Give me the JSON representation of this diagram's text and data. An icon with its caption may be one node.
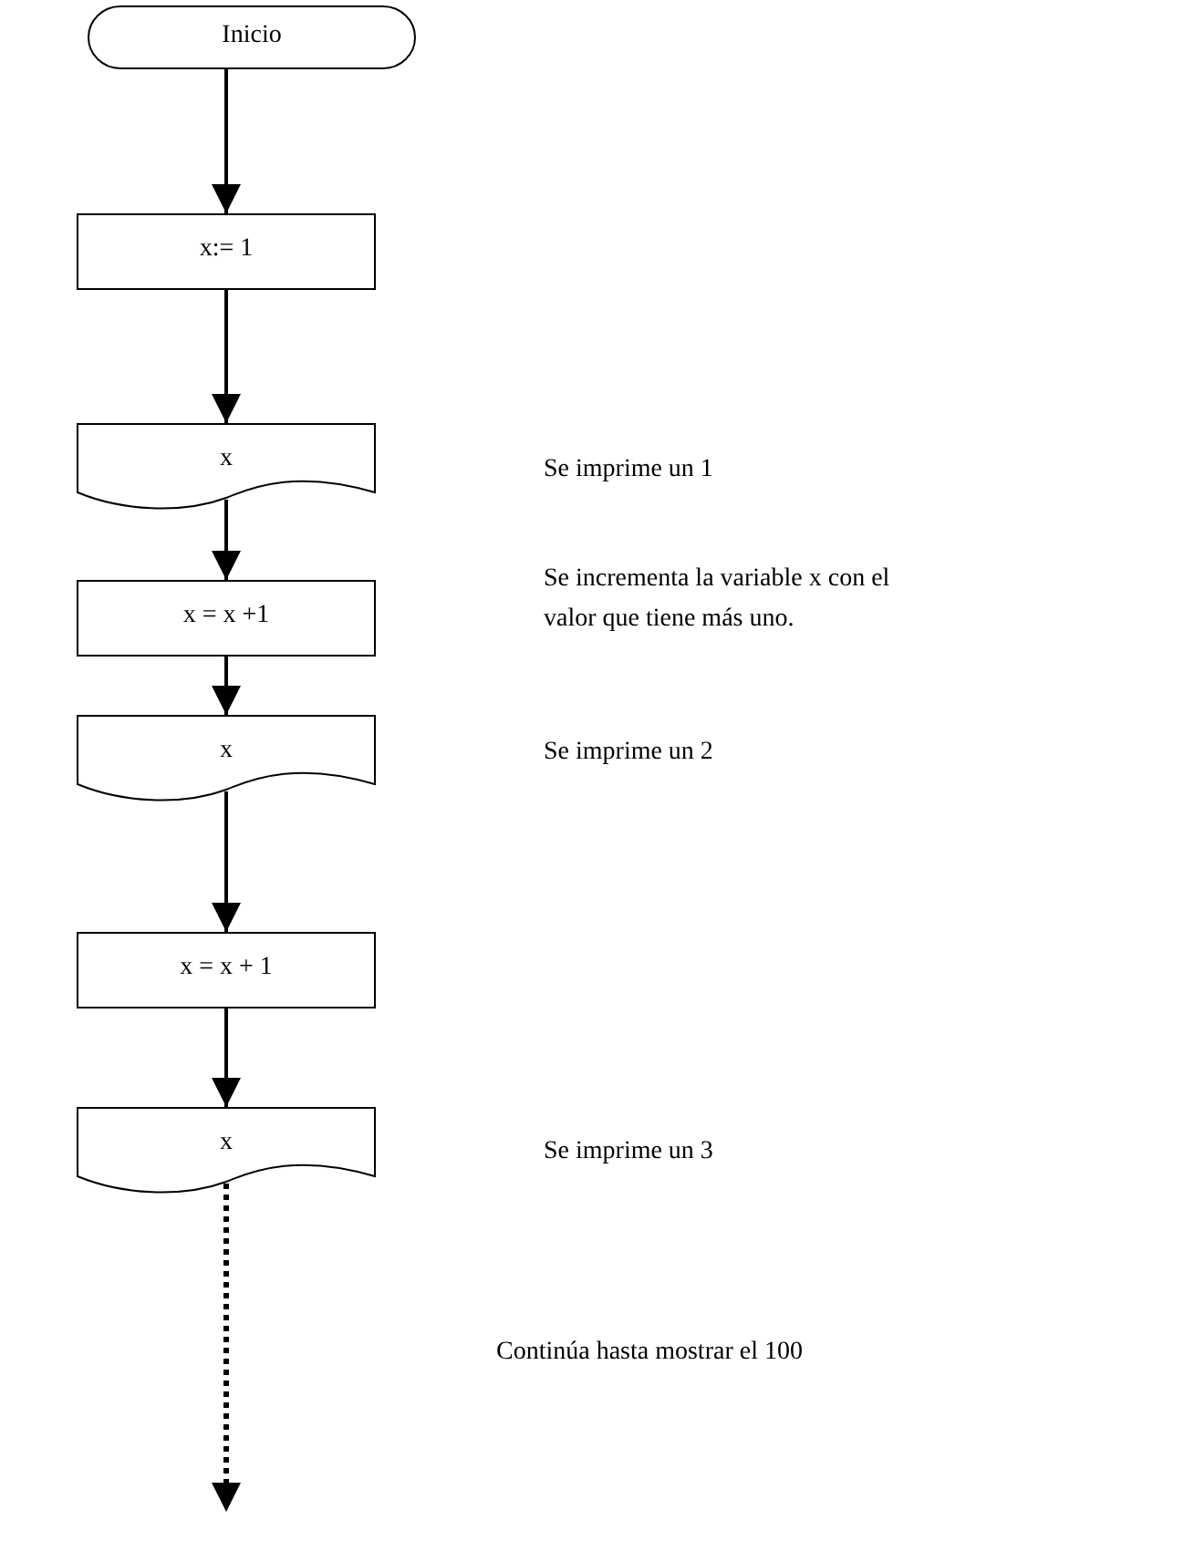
{
  "diagram": {
    "nodes": [
      {
        "text": [
          "Inicio"
        ]
      },
      {
        "text": [
          "x:= 1"
        ]
      },
      {
        "text": [
          "x"
        ]
      },
      {
        "text": [
          "x = x +1"
        ]
      },
      {
        "text": [
          "x"
        ]
      },
      {
        "text": [
          "x = x + 1"
        ]
      },
      {
        "text": [
          "x"
        ]
      }
    ],
    "edges": [
      {
        "from": 0,
        "to": 1,
        "arrow": "to"
      },
      {
        "from": 1,
        "to": 2,
        "arrow": "to"
      },
      {
        "from": 2,
        "to": 3,
        "arrow": "to"
      },
      {
        "from": 3,
        "to": 4,
        "arrow": "to"
      },
      {
        "from": 4,
        "to": 5,
        "arrow": "to"
      },
      {
        "from": 5,
        "to": 6,
        "arrow": "to"
      },
      {
        "from": 6,
        "to": null,
        "arrow": "to",
        "style": "dashed"
      }
    ],
    "labels": [
      "Se imprime un 1",
      "Se incrementa la variable x con el valor que tiene más uno.",
      "Se imprime un 2",
      "Se imprime un 3",
      "Continúa hasta mostrar el 100"
    ]
  }
}
